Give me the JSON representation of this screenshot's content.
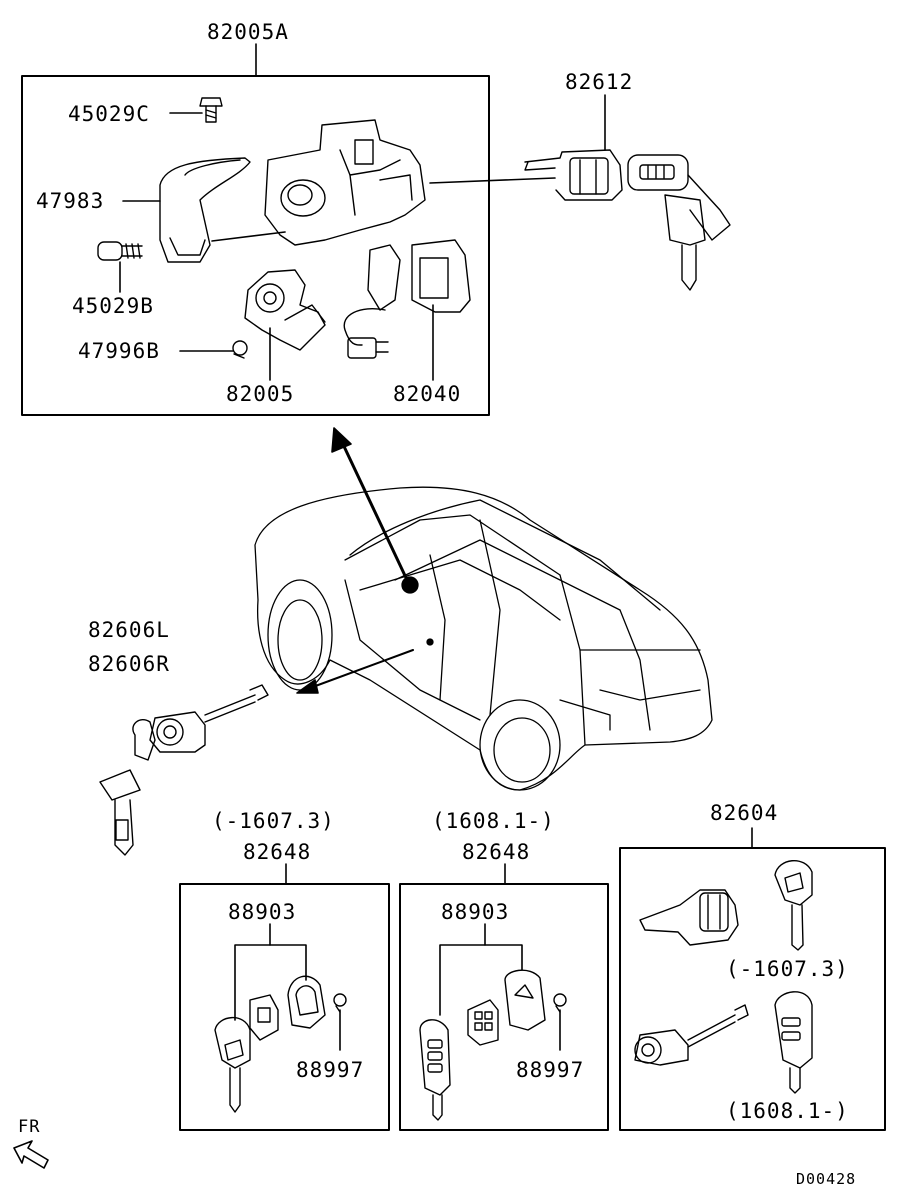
{
  "diagram": {
    "diagram_id": "D00428",
    "front_indicator": "FR",
    "labels": {
      "p82005A": "82005A",
      "p45029C": "45029C",
      "p47983": "47983",
      "p45029B": "45029B",
      "p47996B": "47996B",
      "p82005": "82005",
      "p82040": "82040",
      "p82612": "82612",
      "p82606L": "82606L",
      "p82606R": "82606R",
      "p82648_a": "82648",
      "p82648_b": "82648",
      "range_a": "(-1607.3)",
      "range_b": "(1608.1-)",
      "p88903_a": "88903",
      "p88903_b": "88903",
      "p88997_a": "88997",
      "p88997_b": "88997",
      "p82604": "82604",
      "range_c": "(-1607.3)",
      "range_d": "(1608.1-)"
    }
  }
}
